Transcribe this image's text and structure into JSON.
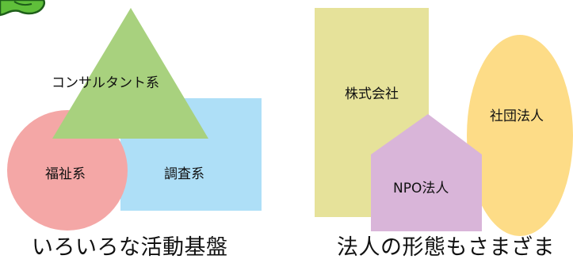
{
  "left_panel": {
    "shapes": {
      "triangle": {
        "label": "コンサルタント系",
        "color": "#a8d17e"
      },
      "rectangle": {
        "label": "調査系",
        "color": "#aedff7"
      },
      "circle": {
        "label": "福祉系",
        "color": "#f4a7a6"
      }
    },
    "caption": "いろいろな活動基盤"
  },
  "right_panel": {
    "shapes": {
      "tall_rect": {
        "label": "株式会社",
        "color": "#e6e29a"
      },
      "pentagon": {
        "label": "NPO法人",
        "color": "#d9b5d9"
      },
      "oval": {
        "label": "社団法人",
        "color": "#fddc87"
      }
    },
    "caption": "法人の形態もさまざま"
  },
  "decoration": {
    "mascot": "green-mascot-icon",
    "color": "#5fbf3a"
  }
}
